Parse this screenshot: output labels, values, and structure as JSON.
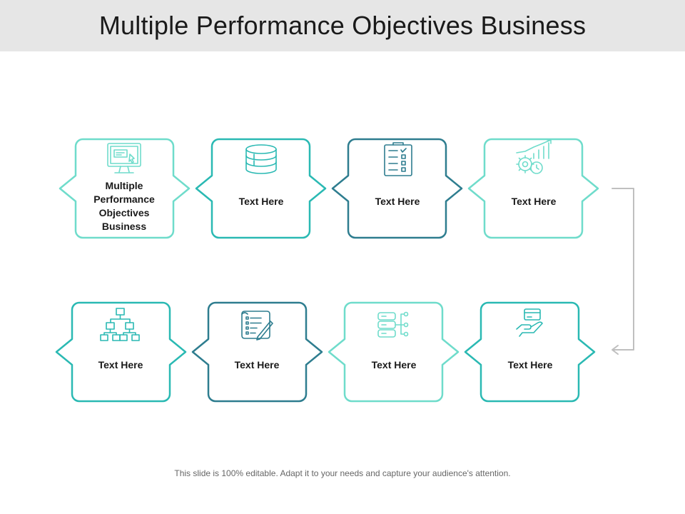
{
  "title": "Multiple Performance Objectives Business",
  "footer": "This slide is 100% editable. Adapt it to your needs and capture your audience's attention.",
  "colors": {
    "light": "#6fdccb",
    "medium": "#2ab9b3",
    "dark": "#2e7d8f",
    "connector": "#bfbfbf"
  },
  "nodes": [
    {
      "id": "node-1",
      "label": "Multiple Performance Objectives Business",
      "icon": "monitor-icon",
      "color": "light"
    },
    {
      "id": "node-2",
      "label": "Text Here",
      "icon": "database-icon",
      "color": "medium"
    },
    {
      "id": "node-3",
      "label": "Text Here",
      "icon": "clipboard-checklist-icon",
      "color": "dark"
    },
    {
      "id": "node-4",
      "label": "Text Here",
      "icon": "gears-chart-icon",
      "color": "light"
    },
    {
      "id": "node-5",
      "label": "Text Here",
      "icon": "hand-card-icon",
      "color": "medium"
    },
    {
      "id": "node-6",
      "label": "Text Here",
      "icon": "server-network-icon",
      "color": "light"
    },
    {
      "id": "node-7",
      "label": "Text Here",
      "icon": "document-list-icon",
      "color": "dark"
    },
    {
      "id": "node-8",
      "label": "Text Here",
      "icon": "org-chart-icon",
      "color": "medium"
    }
  ]
}
